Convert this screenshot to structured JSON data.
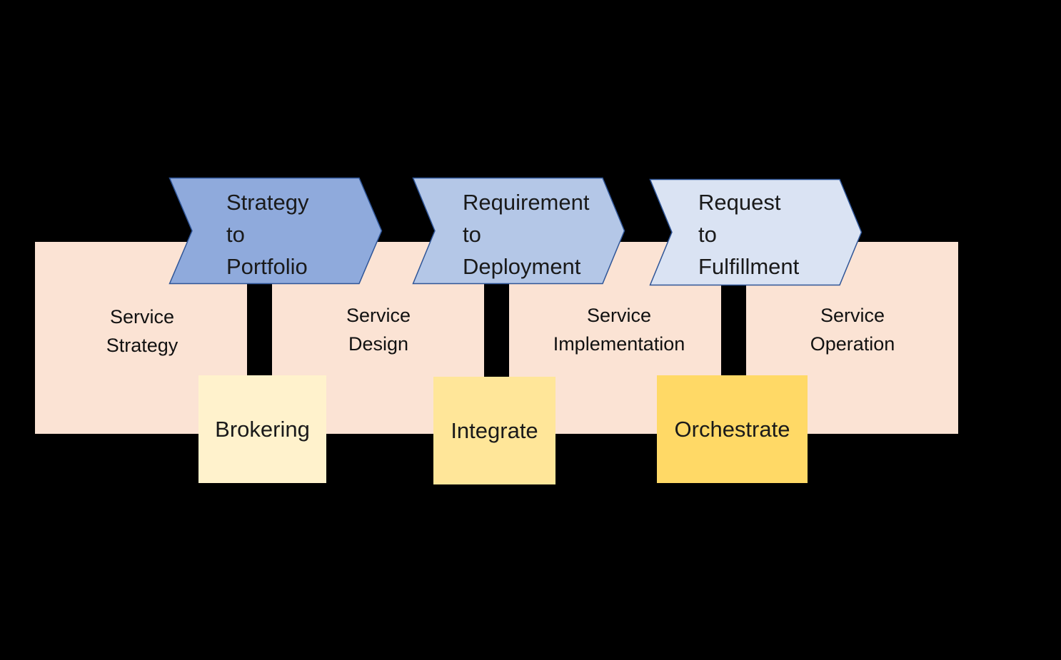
{
  "diagram": {
    "phases": [
      {
        "id": "strategy",
        "label": "Service\nStrategy"
      },
      {
        "id": "design",
        "label": "Service\nDesign"
      },
      {
        "id": "implementation",
        "label": "Service\nImplementation"
      },
      {
        "id": "operation",
        "label": "Service\nOperation"
      }
    ],
    "value_streams": [
      {
        "id": "s2p",
        "label": "Strategy\nto\nPortfolio",
        "fill": "#8faadc"
      },
      {
        "id": "r2d",
        "label": "Requirement\nto\nDeployment",
        "fill": "#b4c7e7"
      },
      {
        "id": "r2f",
        "label": "Request\nto\nFulfillment",
        "fill": "#dae3f3"
      }
    ],
    "capabilities": [
      {
        "id": "brokering",
        "label": "Brokering",
        "fill": "#fff2cc"
      },
      {
        "id": "integrate",
        "label": "Integrate",
        "fill": "#ffe699"
      },
      {
        "id": "orchestrate",
        "label": "Orchestrate",
        "fill": "#ffd966"
      }
    ],
    "colors": {
      "background": "#000000",
      "band": "#fbe3d4",
      "chevron_stroke": "#2f5597",
      "connector": "#000000"
    }
  }
}
